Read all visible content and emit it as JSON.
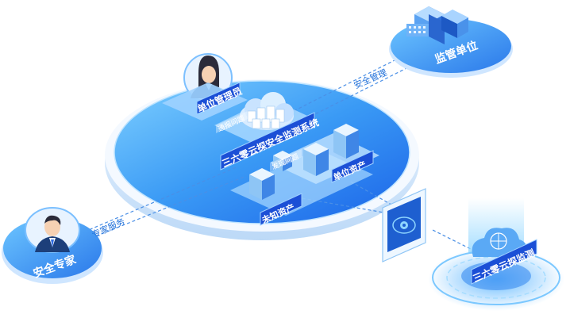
{
  "nodes": {
    "admin": "单位管理员",
    "supervisor": "监管单位",
    "expert": "安全专家",
    "platform": "三六零云探安全监测系统",
    "unit_assets": "单位资产",
    "unknown_assets": "未知资产",
    "cloud_monitor": "三六零云探监测"
  },
  "links": {
    "security_management": "安全管理",
    "expert_service": "专家服务",
    "notify_problem": "通报问题",
    "discover_problem": "发现问题"
  },
  "colors": {
    "primary": "#1f6fd9",
    "deep": "#1b4fd6",
    "light": "#d9ecff"
  },
  "icons": {
    "admin": "female-user-icon",
    "expert": "male-user-icon",
    "supervisor": "building-icon",
    "platform": "cloud-server-icon",
    "monitor": "cloud-radar-icon",
    "probe": "eye-scanner-icon"
  }
}
